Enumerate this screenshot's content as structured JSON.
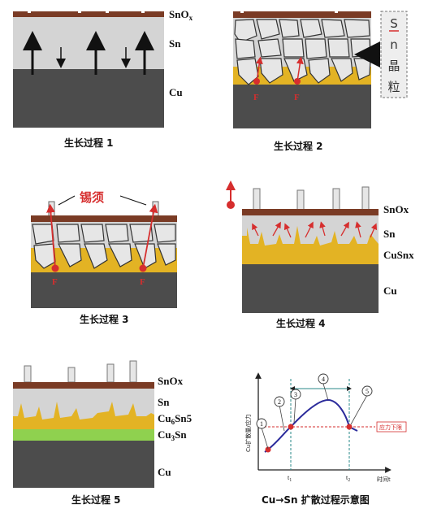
{
  "panels": [
    {
      "caption": "生长过程 1",
      "labels": [
        "SnOx",
        "Sn",
        "Cu"
      ]
    },
    {
      "caption": "生长过程 2",
      "side_label": [
        "S",
        "n",
        "晶",
        "粒"
      ],
      "force_labels": [
        "F",
        "F"
      ]
    },
    {
      "caption": "生长过程 3",
      "whisker_label": "锡须",
      "force_labels": [
        "F",
        "F"
      ]
    },
    {
      "caption": "生长过程 4",
      "labels": [
        "SnOx",
        "Sn",
        "CuSnx",
        "Cu"
      ]
    },
    {
      "caption": "生长过程 5",
      "labels": [
        "SnOx",
        "Sn",
        "Cu6Sn5",
        "Cu3Sn",
        "Cu"
      ]
    },
    {
      "caption": "Cu→Sn 扩散过程示意图",
      "ylabel": "Cu扩散量/应力",
      "xlabel": "时间t",
      "t_ticks": [
        "t1",
        "t2"
      ],
      "stress_limit": "应力下限",
      "markers": [
        "1",
        "2",
        "3",
        "4",
        "5"
      ]
    }
  ],
  "colors": {
    "oxide": "#7a3b25",
    "tin": "#d4d4d4",
    "copper": "#4c4c4c",
    "imc": "#e3b324",
    "cu3sn": "#8fd14f",
    "arrow_red": "#d62e2e",
    "curve": "#2b2b9b"
  }
}
